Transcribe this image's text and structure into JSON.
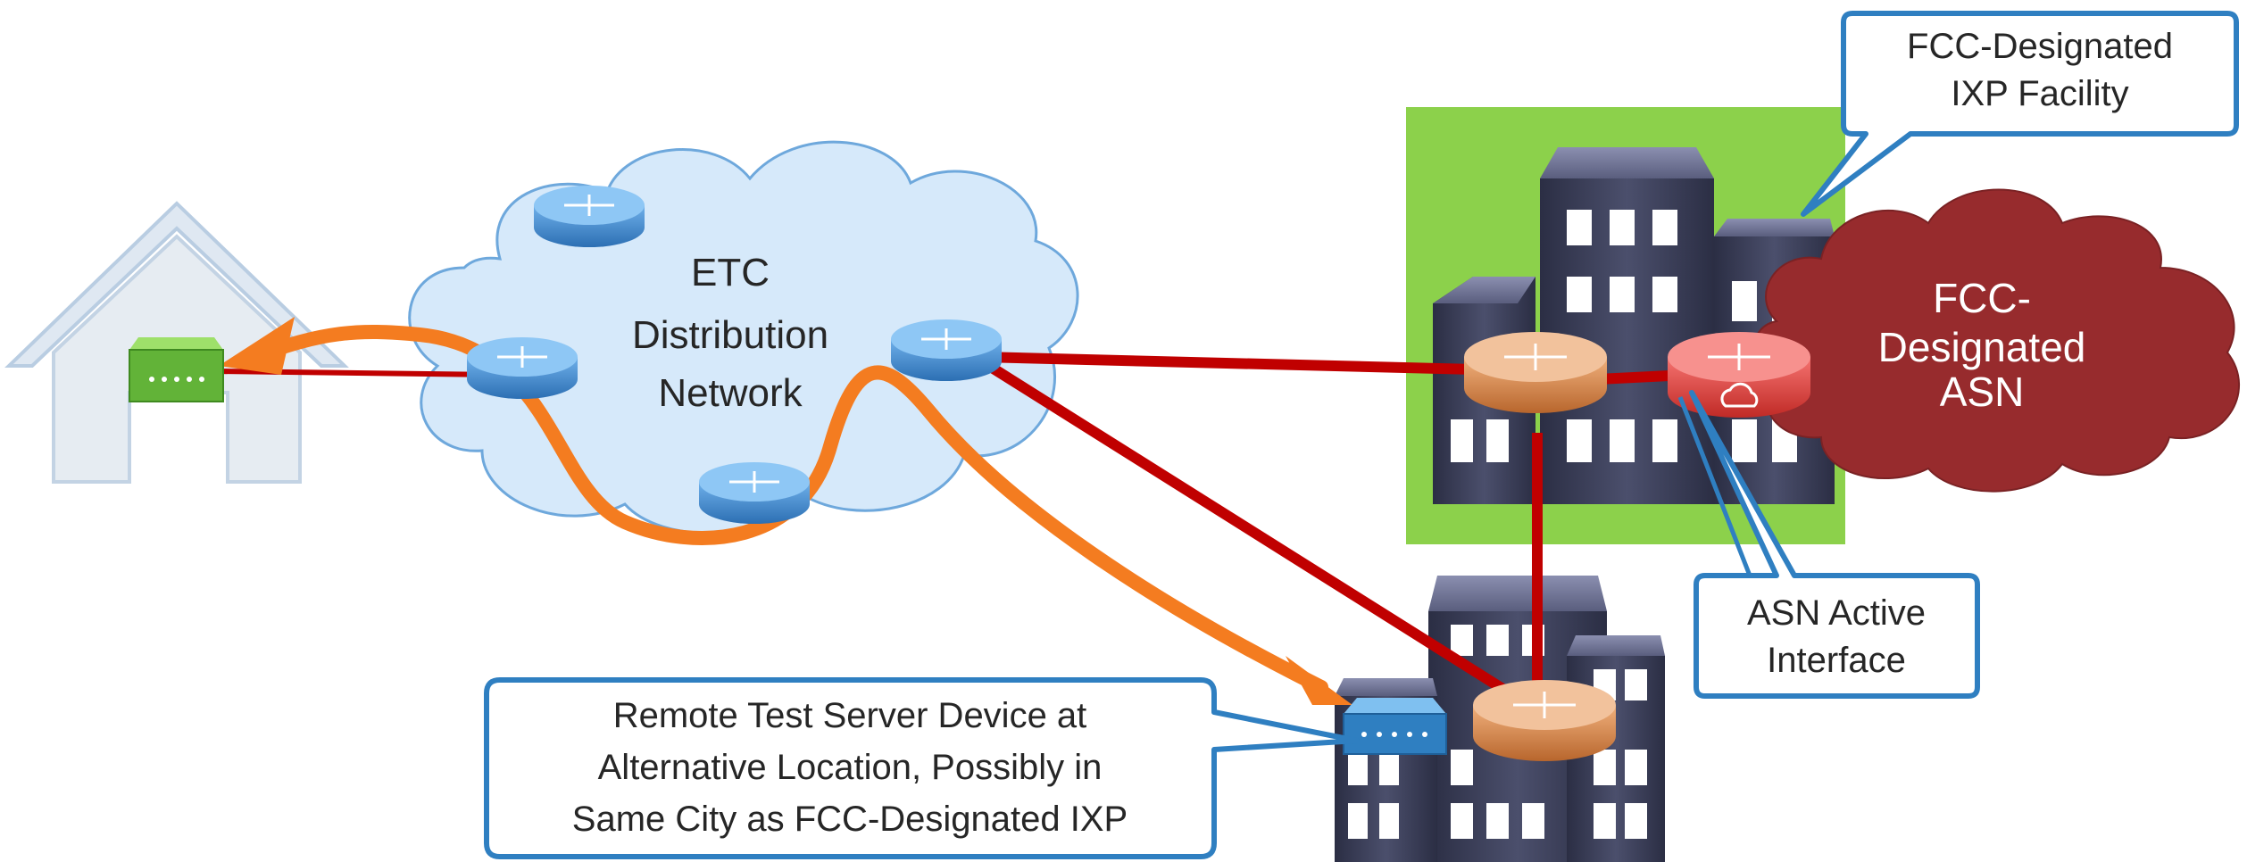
{
  "cloud_label": [
    "ETC",
    "Distribution",
    "Network"
  ],
  "asn_label": [
    "FCC-",
    "Designated",
    "ASN"
  ],
  "callouts": {
    "ixp_facility": [
      "FCC-Designated",
      "IXP Facility"
    ],
    "asn_active_interface": [
      "ASN Active",
      "Interface"
    ],
    "remote_test_server": [
      "Remote Test Server Device at",
      "Alternative Location, Possibly in",
      "Same City as FCC-Designated IXP"
    ]
  },
  "colors": {
    "cloud_fill": "#d6e9fa",
    "cloud_stroke": "#6ea8dc",
    "green_box": "#8cd14b",
    "asn_cloud": "#972b2d",
    "red_link": "#c00000",
    "orange_path": "#f47c20",
    "callout_stroke": "#2f7fc1",
    "router_blue": "#3f87c8",
    "router_orange": "#d98a4e",
    "router_red": "#e0453f",
    "building_dark": "#3a3d55"
  },
  "icons": [
    "house-icon",
    "modem-icon",
    "router-icon",
    "building-icon",
    "test-server-icon",
    "cloud-icon"
  ]
}
